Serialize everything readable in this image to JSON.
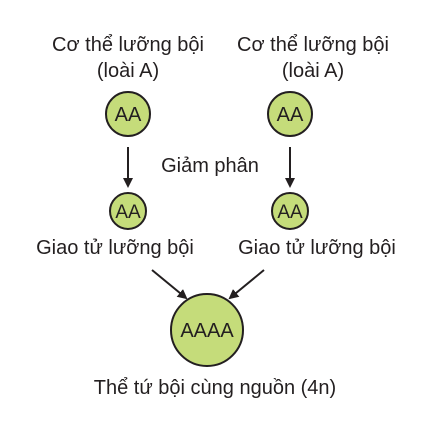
{
  "parents": [
    {
      "line1": "Cơ thể lưỡng bội",
      "line2": "(loài A)",
      "genotype": "AA"
    },
    {
      "line1": "Cơ thể lưỡng bội",
      "line2": "(loài A)",
      "genotype": "AA"
    }
  ],
  "process_label": "Giảm phân",
  "gametes": [
    {
      "genotype": "AA",
      "label": "Giao tử lưỡng bội"
    },
    {
      "genotype": "AA",
      "label": "Giao tử lưỡng bội"
    }
  ],
  "offspring": {
    "genotype": "AAAA",
    "label": "Thể tứ bội cùng nguồn (4n)"
  },
  "colors": {
    "cell_fill": "#c5dc7a",
    "cell_stroke": "#231f20",
    "arrow": "#231f20",
    "text": "#231f20"
  }
}
